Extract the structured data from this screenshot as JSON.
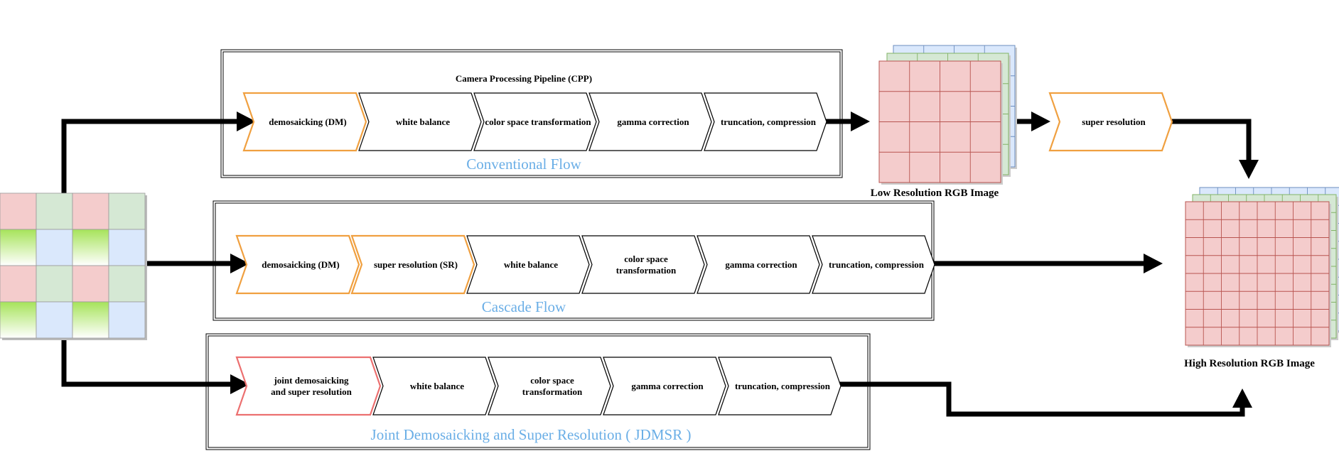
{
  "colors": {
    "orange": "#f0a040",
    "red_stage": "#ec7070",
    "black": "#000000",
    "flow_label": "#6aaee6",
    "bayer_red": "#f4cccc",
    "bayer_green": "#d5e8d4",
    "bayer_green_grad": "#a6e35a",
    "bayer_blue": "#dae8fc"
  },
  "conventional": {
    "title": "Camera Processing Pipeline (CPP)",
    "label": "Conventional Flow",
    "stages": [
      {
        "text": [
          "demosaicking (DM)"
        ],
        "highlight": "orange"
      },
      {
        "text": [
          "white balance"
        ],
        "highlight": "none"
      },
      {
        "text": [
          "color space transformation"
        ],
        "highlight": "none"
      },
      {
        "text": [
          "gamma correction"
        ],
        "highlight": "none"
      },
      {
        "text": [
          "truncation, compression"
        ],
        "highlight": "none"
      }
    ],
    "post_stage": {
      "text": [
        "super resolution"
      ],
      "highlight": "orange"
    }
  },
  "cascade": {
    "label": "Cascade Flow",
    "stages": [
      {
        "text": [
          "demosaicking (DM)"
        ],
        "highlight": "orange"
      },
      {
        "text": [
          "super resolution (SR)"
        ],
        "highlight": "orange"
      },
      {
        "text": [
          "white balance"
        ],
        "highlight": "none"
      },
      {
        "text": [
          "color space",
          "transformation"
        ],
        "highlight": "none"
      },
      {
        "text": [
          "gamma correction"
        ],
        "highlight": "none"
      },
      {
        "text": [
          "truncation, compression"
        ],
        "highlight": "none"
      }
    ]
  },
  "joint": {
    "label": "Joint Demosaicking and Super Resolution ( JDMSR )",
    "stages": [
      {
        "text": [
          "joint demosaicking",
          "and super resolution"
        ],
        "highlight": "red"
      },
      {
        "text": [
          "white balance"
        ],
        "highlight": "none"
      },
      {
        "text": [
          "color space",
          "transformation"
        ],
        "highlight": "none"
      },
      {
        "text": [
          "gamma correction"
        ],
        "highlight": "none"
      },
      {
        "text": [
          "truncation, compression"
        ],
        "highlight": "none"
      }
    ]
  },
  "images": {
    "low_res_caption": "Low Resolution RGB Image",
    "high_res_caption": "High Resolution RGB Image"
  }
}
